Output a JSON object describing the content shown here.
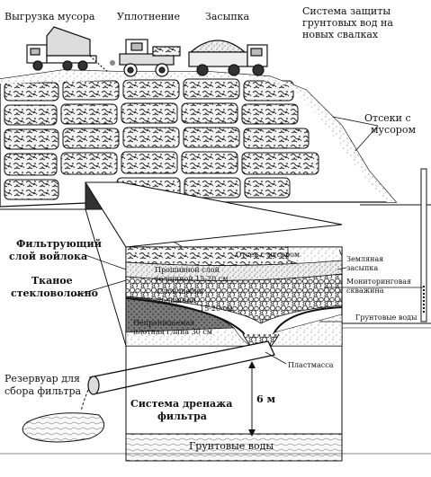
{
  "labels": {
    "unloading": "Выгрузка мусора",
    "compaction": "Уплотнение",
    "covering": "Засыпка",
    "system_title_1": "Система защиты",
    "system_title_2": "грунтовых вод на",
    "system_title_3": "новых свалках",
    "cells_1": "Отсеки с",
    "cells_2": "мусором",
    "felt_filter_1": "Фильтрующий",
    "felt_filter_2": "слой войлока",
    "fiberglass_1": "Тканое",
    "fiberglass_2": "стекловолокно",
    "refuse_cell": "Отсек с мусором",
    "soil_cover_1": "Земляная",
    "soil_cover_2": "засыпка",
    "compacted_layer_1": "Прошивной слой",
    "compacted_layer_2": "толщиной 15-20 см",
    "gravel_1": "Слой щебня",
    "gravel_2": "толщиной",
    "gravel_3": "15-20 см",
    "clay_1": "Непроницаемая",
    "clay_2": "плотная глина 30 см",
    "monitoring_well_1": "Мониторинговая",
    "monitoring_well_2": "скважина",
    "groundwater_right": "Грунтовые воды",
    "plastic": "Пластмасса",
    "reservoir_1": "Резервуар для",
    "reservoir_2": "сбора фильтра",
    "drainage_1": "Система дренажа",
    "drainage_2": "фильтра",
    "depth": "6 м",
    "groundwater_bottom": "Грунтовые воды"
  },
  "colors": {
    "ink": "#111111",
    "paper": "#ffffff",
    "fill_dark": "#444444",
    "fill_light": "#d9d9d9"
  }
}
